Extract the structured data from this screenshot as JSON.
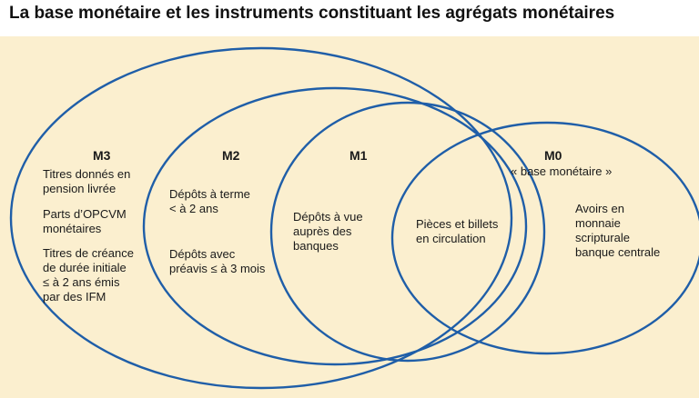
{
  "title": "La base monétaire et les instruments constituant les agrégats monétaires",
  "colors": {
    "background": "#fbefcf",
    "stroke": "#1f5ea8"
  },
  "m3": {
    "heading": "M3",
    "items": [
      [
        "Titres donnés en",
        "pension livrée"
      ],
      [
        "Parts d’OPCVM",
        "monétaires"
      ],
      [
        "Titres de créance",
        "de durée initiale",
        "≤ à 2 ans émis",
        "par des IFM"
      ]
    ]
  },
  "m2": {
    "heading": "M2",
    "items": [
      [
        "Dépôts à terme",
        "< à 2 ans"
      ],
      [
        "Dépôts avec",
        "préavis ≤ à 3 mois"
      ]
    ]
  },
  "m1": {
    "heading": "M1",
    "items": [
      [
        "Dépôts à vue",
        "auprès des",
        "banques"
      ]
    ]
  },
  "m0": {
    "heading": "M0",
    "subheading": "« base monétaire »",
    "items": [
      [
        "Pièces et billets",
        "en circulation"
      ],
      [
        "Avoirs en",
        "monnaie",
        "scripturale",
        "banque centrale"
      ]
    ]
  }
}
